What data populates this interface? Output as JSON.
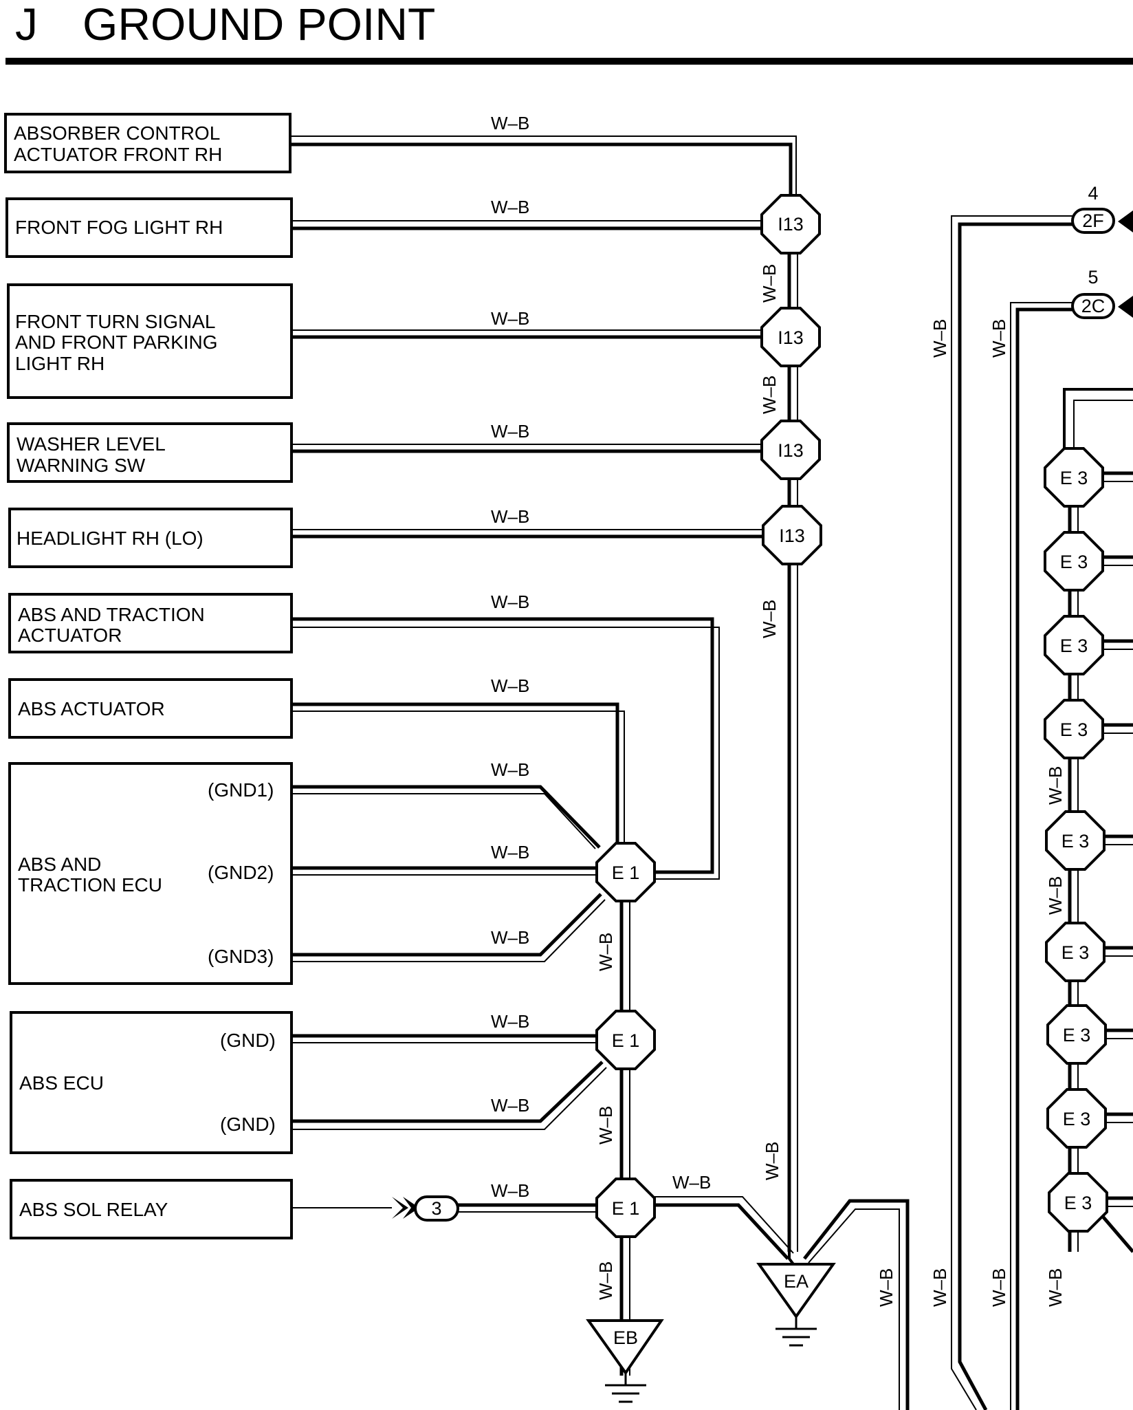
{
  "title": {
    "letter": "J",
    "text": "GROUND POINT"
  },
  "wire_color": "W–B",
  "components": [
    {
      "id": "absorber",
      "lines": [
        "ABSORBER CONTROL",
        "ACTUATOR FRONT RH"
      ]
    },
    {
      "id": "foglight",
      "lines": [
        "FRONT FOG LIGHT RH"
      ]
    },
    {
      "id": "turnsignal",
      "lines": [
        "FRONT TURN SIGNAL",
        "AND FRONT PARKING",
        "LIGHT RH"
      ]
    },
    {
      "id": "washer",
      "lines": [
        "WASHER LEVEL",
        "WARNING SW"
      ]
    },
    {
      "id": "headlight",
      "lines": [
        "HEADLIGHT RH (LO)"
      ]
    },
    {
      "id": "abs-traction-actuator",
      "lines": [
        "ABS AND TRACTION",
        "ACTUATOR"
      ]
    },
    {
      "id": "abs-actuator",
      "lines": [
        "ABS ACTUATOR"
      ]
    },
    {
      "id": "abs-traction-ecu",
      "lines": [
        "ABS AND",
        "TRACTION ECU"
      ]
    },
    {
      "id": "abs-ecu",
      "lines": [
        "ABS ECU"
      ]
    },
    {
      "id": "abs-sol-relay",
      "lines": [
        "ABS SOL RELAY"
      ]
    }
  ],
  "pins": {
    "gnd1": "(GND1)",
    "gnd2": "(GND2)",
    "gnd3": "(GND3)",
    "gnd": "(GND)"
  },
  "junctions": {
    "i13": "I13",
    "e1": "E 1",
    "e3": "E 3"
  },
  "grounds": {
    "ea": "EA",
    "eb": "EB"
  },
  "connectors": {
    "c3": "3",
    "c2f": {
      "label": "2F",
      "pin": "4"
    },
    "c2c": {
      "label": "2C",
      "pin": "5"
    }
  }
}
